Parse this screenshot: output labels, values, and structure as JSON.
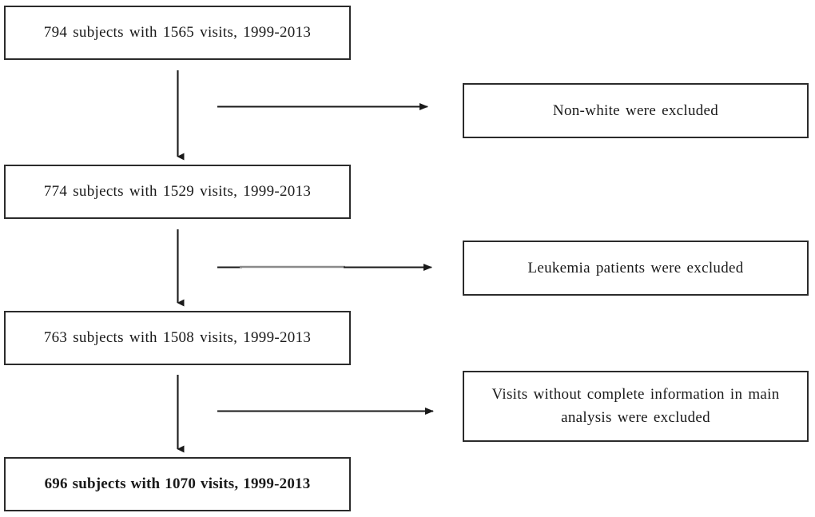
{
  "diagram": {
    "title": "Study participant flow diagram",
    "type": "flowchart",
    "orientation": "vertical-with-side-exclusions",
    "colors": {
      "background": "#ffffff",
      "box_border": "#2b2b2b",
      "text": "#1a1a1a",
      "arrow": "#1a1a1a",
      "arrow_faded": "#8a8a8a"
    },
    "cohort_boxes": [
      {
        "id": "cohort-1",
        "label": "794 subjects with 1565 visits,  1999-2013",
        "subjects": 794,
        "visits": 1565,
        "years": "1999-2013",
        "bold": false
      },
      {
        "id": "cohort-2",
        "label": "774 subjects with 1529 visits,  1999-2013",
        "subjects": 774,
        "visits": 1529,
        "years": "1999-2013",
        "bold": false
      },
      {
        "id": "cohort-3",
        "label": "763 subjects with 1508 visits,  1999-2013",
        "subjects": 763,
        "visits": 1508,
        "years": "1999-2013",
        "bold": false
      },
      {
        "id": "cohort-4",
        "label": "696 subjects with 1070 visits, 1999-2013",
        "subjects": 696,
        "visits": 1070,
        "years": "1999-2013",
        "bold": true
      }
    ],
    "exclusion_boxes": [
      {
        "id": "exclusion-1",
        "label": "Non-white were excluded",
        "lines": [
          "Non-white were excluded"
        ]
      },
      {
        "id": "exclusion-2",
        "label": "Leukemia patients were excluded",
        "lines": [
          "Leukemia patients were excluded"
        ]
      },
      {
        "id": "exclusion-3",
        "label": "Visits without complete information in main analysis were excluded",
        "lines": [
          "Visits without complete information in main",
          "analysis were excluded"
        ]
      }
    ],
    "arrows": {
      "vertical": [
        {
          "id": "flow-arrow-1",
          "from": "cohort-1",
          "to": "cohort-2"
        },
        {
          "id": "flow-arrow-2",
          "from": "cohort-2",
          "to": "cohort-3"
        },
        {
          "id": "flow-arrow-3",
          "from": "cohort-3",
          "to": "cohort-4"
        }
      ],
      "horizontal": [
        {
          "id": "exclusion-arrow-1",
          "to": "exclusion-1"
        },
        {
          "id": "exclusion-arrow-2",
          "to": "exclusion-2"
        },
        {
          "id": "exclusion-arrow-3",
          "to": "exclusion-3"
        }
      ]
    }
  }
}
